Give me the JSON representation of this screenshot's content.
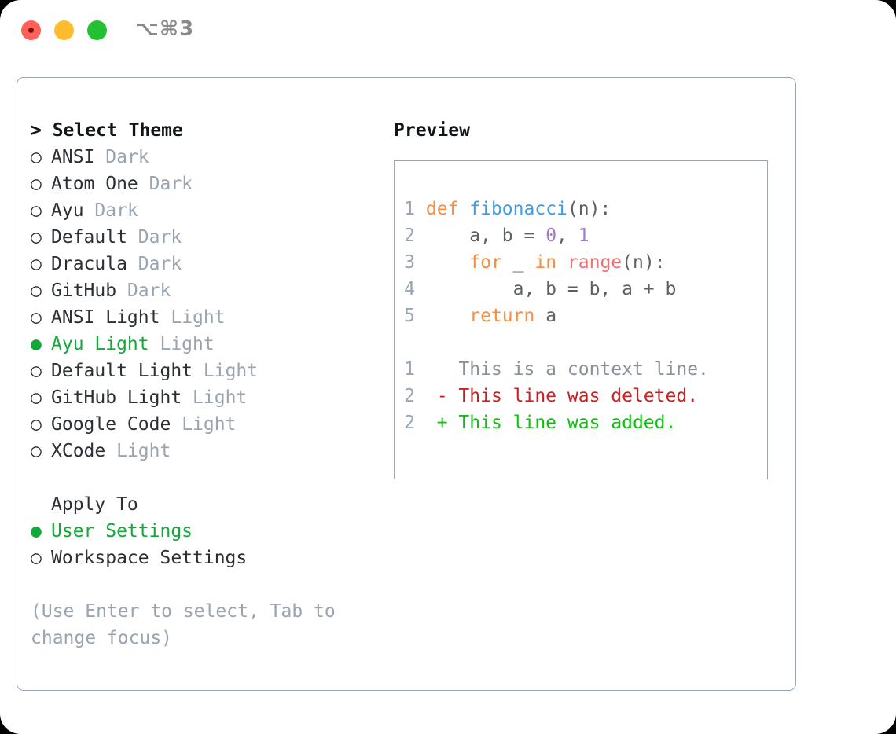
{
  "window": {
    "shortcut": "⌥⌘3",
    "traffic_lights": [
      {
        "name": "close-button",
        "color": "#ff6058"
      },
      {
        "name": "minimize-button",
        "color": "#ffbd2e"
      },
      {
        "name": "zoom-button",
        "color": "#23c131"
      }
    ]
  },
  "theme_picker": {
    "heading": "> Select Theme",
    "items": [
      {
        "marker": "○",
        "label": "ANSI",
        "badge": "Dark",
        "selected": false
      },
      {
        "marker": "○",
        "label": "Atom One",
        "badge": "Dark",
        "selected": false
      },
      {
        "marker": "○",
        "label": "Ayu",
        "badge": "Dark",
        "selected": false
      },
      {
        "marker": "○",
        "label": "Default",
        "badge": "Dark",
        "selected": false
      },
      {
        "marker": "○",
        "label": "Dracula",
        "badge": "Dark",
        "selected": false
      },
      {
        "marker": "○",
        "label": "GitHub",
        "badge": "Dark",
        "selected": false
      },
      {
        "marker": "○",
        "label": "ANSI Light",
        "badge": "Light",
        "selected": false
      },
      {
        "marker": "●",
        "label": "Ayu Light",
        "badge": "Light",
        "selected": true
      },
      {
        "marker": "○",
        "label": "Default Light",
        "badge": "Light",
        "selected": false
      },
      {
        "marker": "○",
        "label": "GitHub Light",
        "badge": "Light",
        "selected": false
      },
      {
        "marker": "○",
        "label": "Google Code",
        "badge": "Light",
        "selected": false
      },
      {
        "marker": "○",
        "label": "XCode",
        "badge": "Light",
        "selected": false
      }
    ]
  },
  "apply_to": {
    "heading": "Apply To",
    "items": [
      {
        "marker": "●",
        "label": "User Settings",
        "selected": true
      },
      {
        "marker": "○",
        "label": "Workspace Settings",
        "selected": false
      }
    ]
  },
  "hint": "(Use Enter to select, Tab to change focus)",
  "preview": {
    "title": "Preview",
    "code_lines": [
      {
        "no": "1",
        "tokens": [
          {
            "t": "def",
            "c": "kw"
          },
          {
            "t": " ",
            "c": "plain"
          },
          {
            "t": "fibonacci",
            "c": "fn"
          },
          {
            "t": "(n):",
            "c": "punct"
          }
        ]
      },
      {
        "no": "2",
        "tokens": [
          {
            "t": "    a, b = ",
            "c": "plain"
          },
          {
            "t": "0",
            "c": "num"
          },
          {
            "t": ", ",
            "c": "plain"
          },
          {
            "t": "1",
            "c": "num"
          }
        ]
      },
      {
        "no": "3",
        "tokens": [
          {
            "t": "    ",
            "c": "plain"
          },
          {
            "t": "for",
            "c": "kw"
          },
          {
            "t": " _ ",
            "c": "plain"
          },
          {
            "t": "in",
            "c": "kw"
          },
          {
            "t": " ",
            "c": "plain"
          },
          {
            "t": "range",
            "c": "builtin"
          },
          {
            "t": "(n):",
            "c": "punct"
          }
        ]
      },
      {
        "no": "4",
        "tokens": [
          {
            "t": "        a, b = b, a + b",
            "c": "plain"
          }
        ]
      },
      {
        "no": "5",
        "tokens": [
          {
            "t": "    ",
            "c": "plain"
          },
          {
            "t": "return",
            "c": "kw"
          },
          {
            "t": " a",
            "c": "plain"
          }
        ]
      }
    ],
    "diff_lines": [
      {
        "no": "1",
        "prefix": "  ",
        "text": "This is a context line.",
        "kind": "diff-ctx"
      },
      {
        "no": "2",
        "prefix": "- ",
        "text": "This line was deleted.",
        "kind": "diff-del"
      },
      {
        "no": "2",
        "prefix": "+ ",
        "text": "This line was added.",
        "kind": "diff-add"
      }
    ]
  },
  "colors": {
    "accent_green": "#14a83a",
    "muted": "#9aa3b0",
    "border": "#9aa5b4",
    "keyword": "#fa8d3e",
    "function": "#399ee6",
    "builtin": "#f07171",
    "number": "#a37acc",
    "diff_added": "#0dc10d",
    "diff_deleted": "#cc1f1f"
  }
}
